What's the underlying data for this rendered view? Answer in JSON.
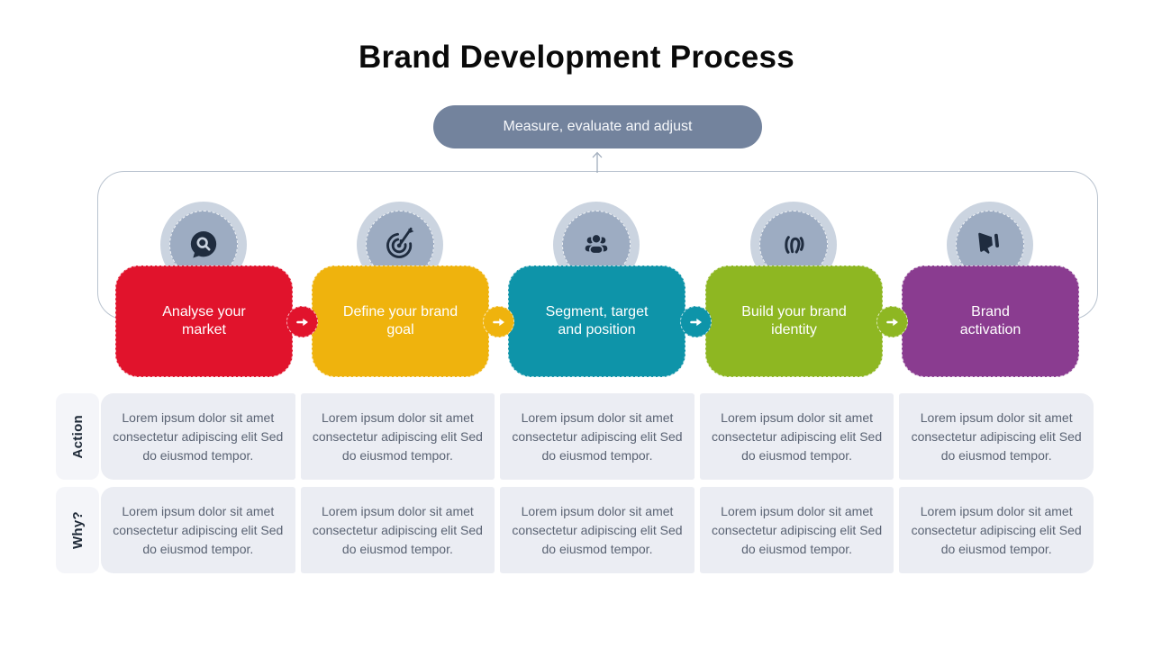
{
  "title": "Brand Development Process",
  "feedback": {
    "label": "Measure, evaluate and adjust",
    "color": "#73839D"
  },
  "steps": [
    {
      "label": "Analyse your market",
      "color": "#E1132C",
      "icon": "search-chat-icon"
    },
    {
      "label": "Define your brand goal",
      "color": "#EFB30D",
      "icon": "target-arrow-icon"
    },
    {
      "label": "Segment, target and position",
      "color": "#0E94A9",
      "icon": "audience-group-icon"
    },
    {
      "label": "Build your brand identity",
      "color": "#8EB722",
      "icon": "fingerprint-icon"
    },
    {
      "label": "Brand activation",
      "color": "#8A3C90",
      "icon": "megaphone-icon"
    }
  ],
  "rows": [
    {
      "label": "Action",
      "cells": [
        "Lorem ipsum dolor sit amet consectetur adipiscing elit Sed do eiusmod tempor.",
        "Lorem ipsum dolor sit amet consectetur adipiscing elit Sed do eiusmod tempor.",
        "Lorem ipsum dolor sit amet consectetur adipiscing elit Sed do eiusmod tempor.",
        "Lorem ipsum dolor sit amet consectetur adipiscing elit Sed do eiusmod tempor.",
        "Lorem ipsum dolor sit amet consectetur adipiscing elit Sed do eiusmod tempor."
      ]
    },
    {
      "label": "Why?",
      "cells": [
        "Lorem ipsum dolor sit amet consectetur adipiscing elit Sed do eiusmod tempor.",
        "Lorem ipsum dolor sit amet consectetur adipiscing elit Sed do eiusmod tempor.",
        "Lorem ipsum dolor sit amet consectetur adipiscing elit Sed do eiusmod tempor.",
        "Lorem ipsum dolor sit amet consectetur adipiscing elit Sed do eiusmod tempor.",
        "Lorem ipsum dolor sit amet consectetur adipiscing elit Sed do eiusmod tempor."
      ]
    }
  ],
  "palette": {
    "icon_circle": "#9DACC2",
    "icon_halo": "#CBD4E0",
    "icon_glyph": "#1F2C3F",
    "frame_border": "#B9C3CF",
    "cell_bg": "#EBEDF3",
    "row_label_bg": "#F4F5F9",
    "cell_text": "#5A6373",
    "title_text": "#0A0A0A"
  }
}
